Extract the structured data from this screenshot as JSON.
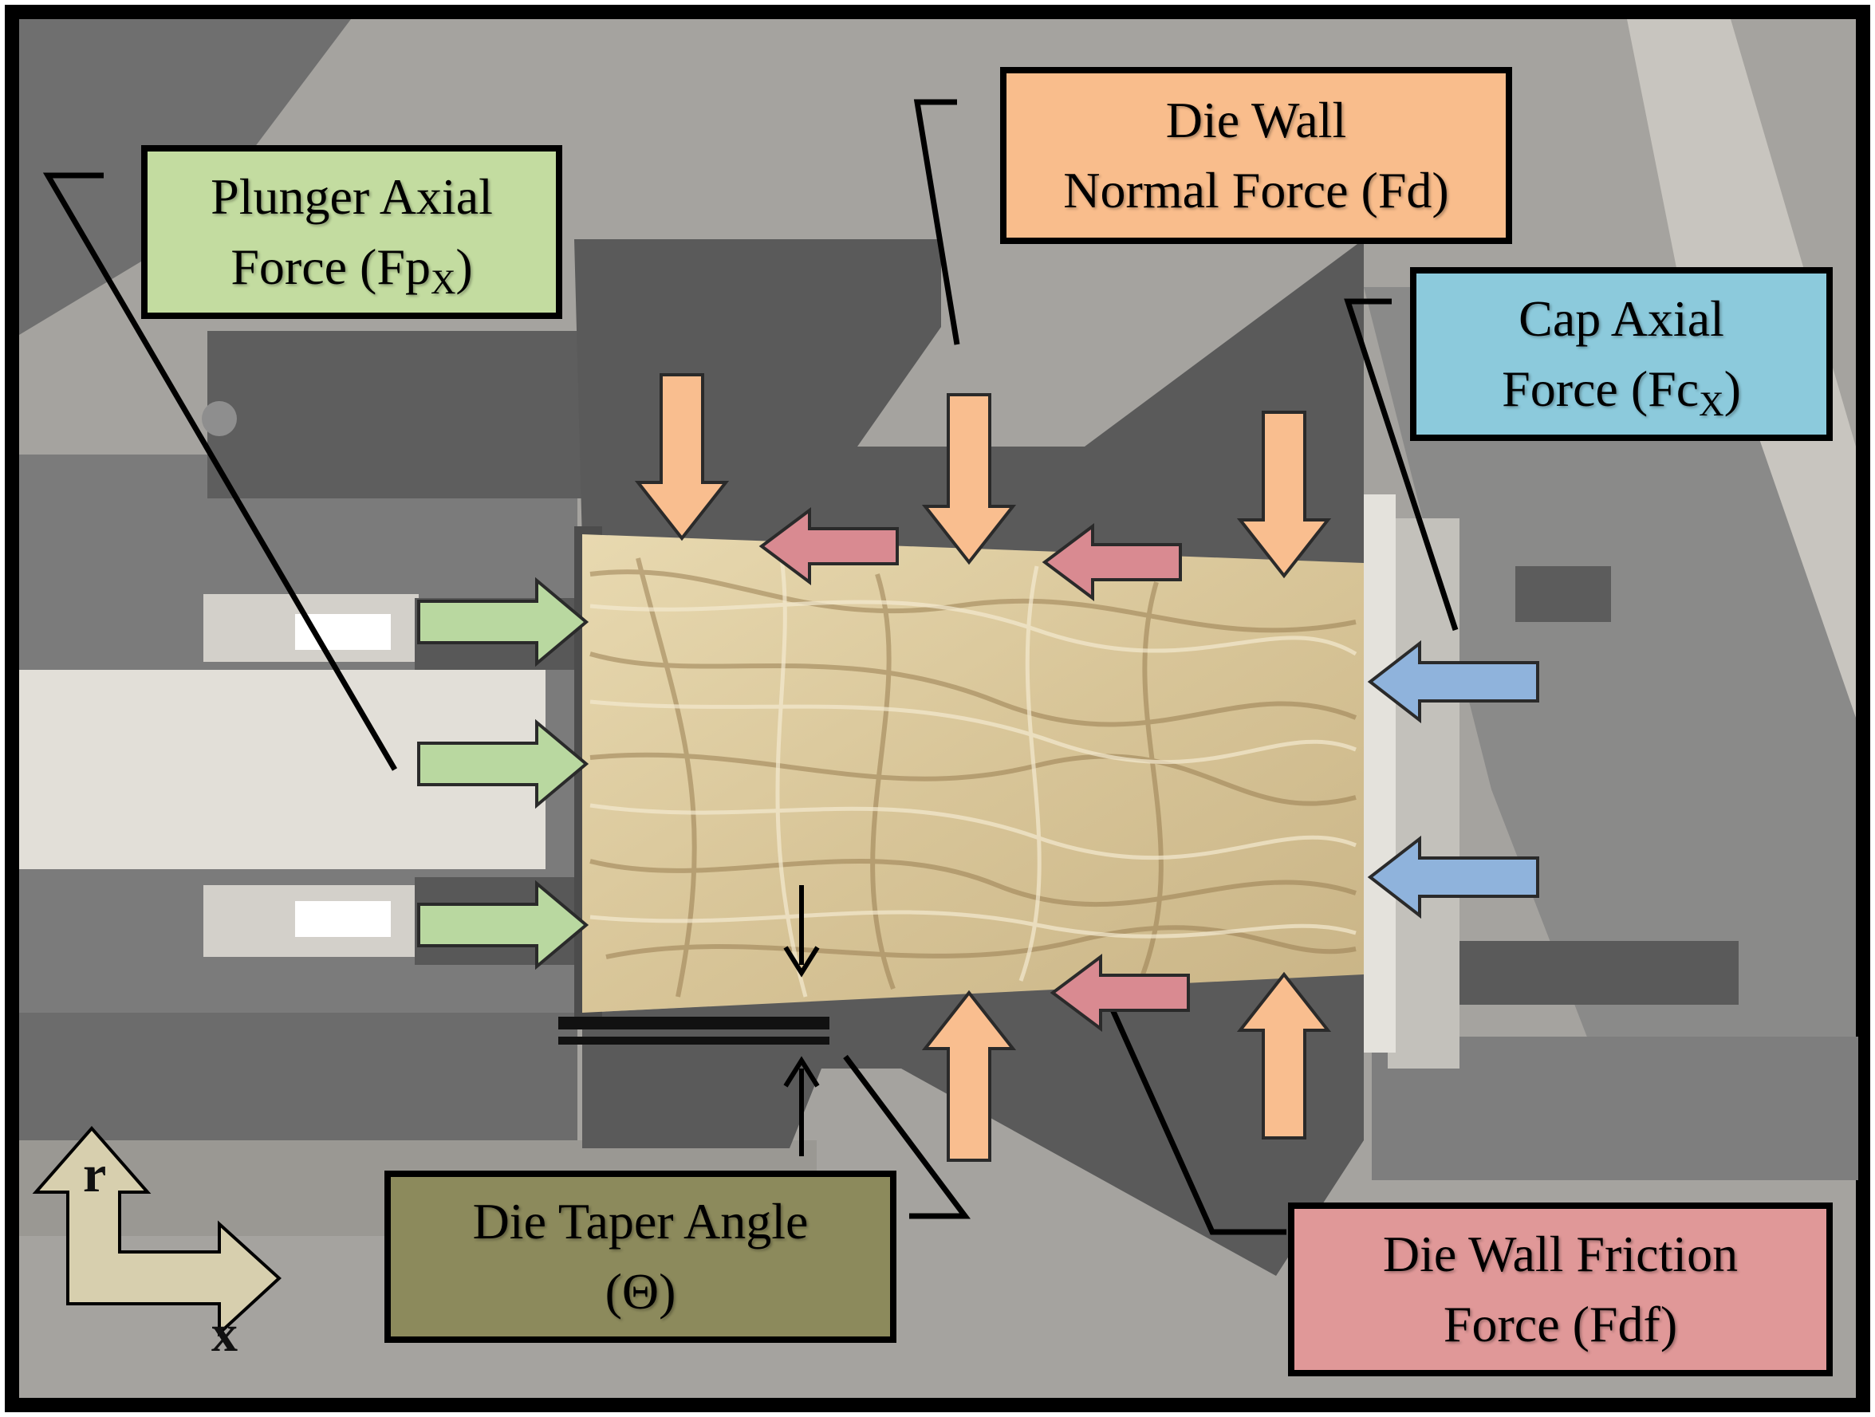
{
  "labels": {
    "plunger": {
      "line1": "Plunger Axial",
      "line2": "Force (Fp",
      "subscript": "X",
      "close": ")",
      "color": "#c3dca0"
    },
    "die_wall_normal": {
      "line1": "Die Wall",
      "line2": "Normal Force (Fd)",
      "color": "#f9bd8c"
    },
    "cap": {
      "line1": "Cap Axial",
      "line2": "Force (Fc",
      "subscript": "X",
      "close": ")",
      "color": "#8ccadc"
    },
    "die_taper": {
      "line1": "Die Taper Angle",
      "line2": "(Θ)",
      "color": "#8c8a5c"
    },
    "die_wall_friction": {
      "line1": "Die Wall Friction",
      "line2": "Force (Fdf)",
      "color": "#e09898"
    }
  },
  "axes": {
    "vertical": "r",
    "horizontal": "x",
    "color": "#d7cfae"
  },
  "arrow_colors": {
    "plunger": "#b9d8a0",
    "normal": "#f9be8f",
    "friction": "#d98a91",
    "cap": "#8fb3dc"
  }
}
